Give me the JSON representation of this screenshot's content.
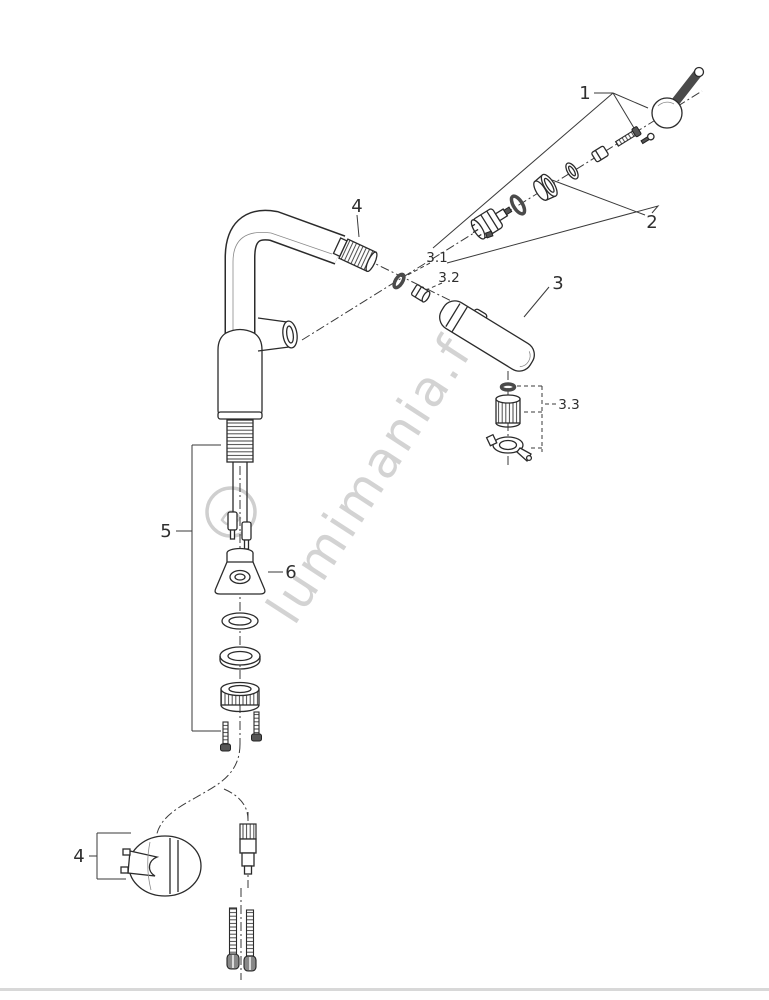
{
  "page": {
    "bg_color": "#ffffff",
    "bottom_rule_color": "#d8d8d8"
  },
  "watermark": {
    "text": "lumimania.fr",
    "color": "#cfcfcf"
  },
  "callouts": {
    "handle_group": "1",
    "cartridge_group": "2",
    "spray_head": "3",
    "spray_head_oring": "3.1",
    "spray_head_adapter": "3.2",
    "spray_coupling_group": "3.3",
    "aerator": "4",
    "hose_weight": "4",
    "shank_group": "5",
    "mounting_bracket": "6"
  }
}
